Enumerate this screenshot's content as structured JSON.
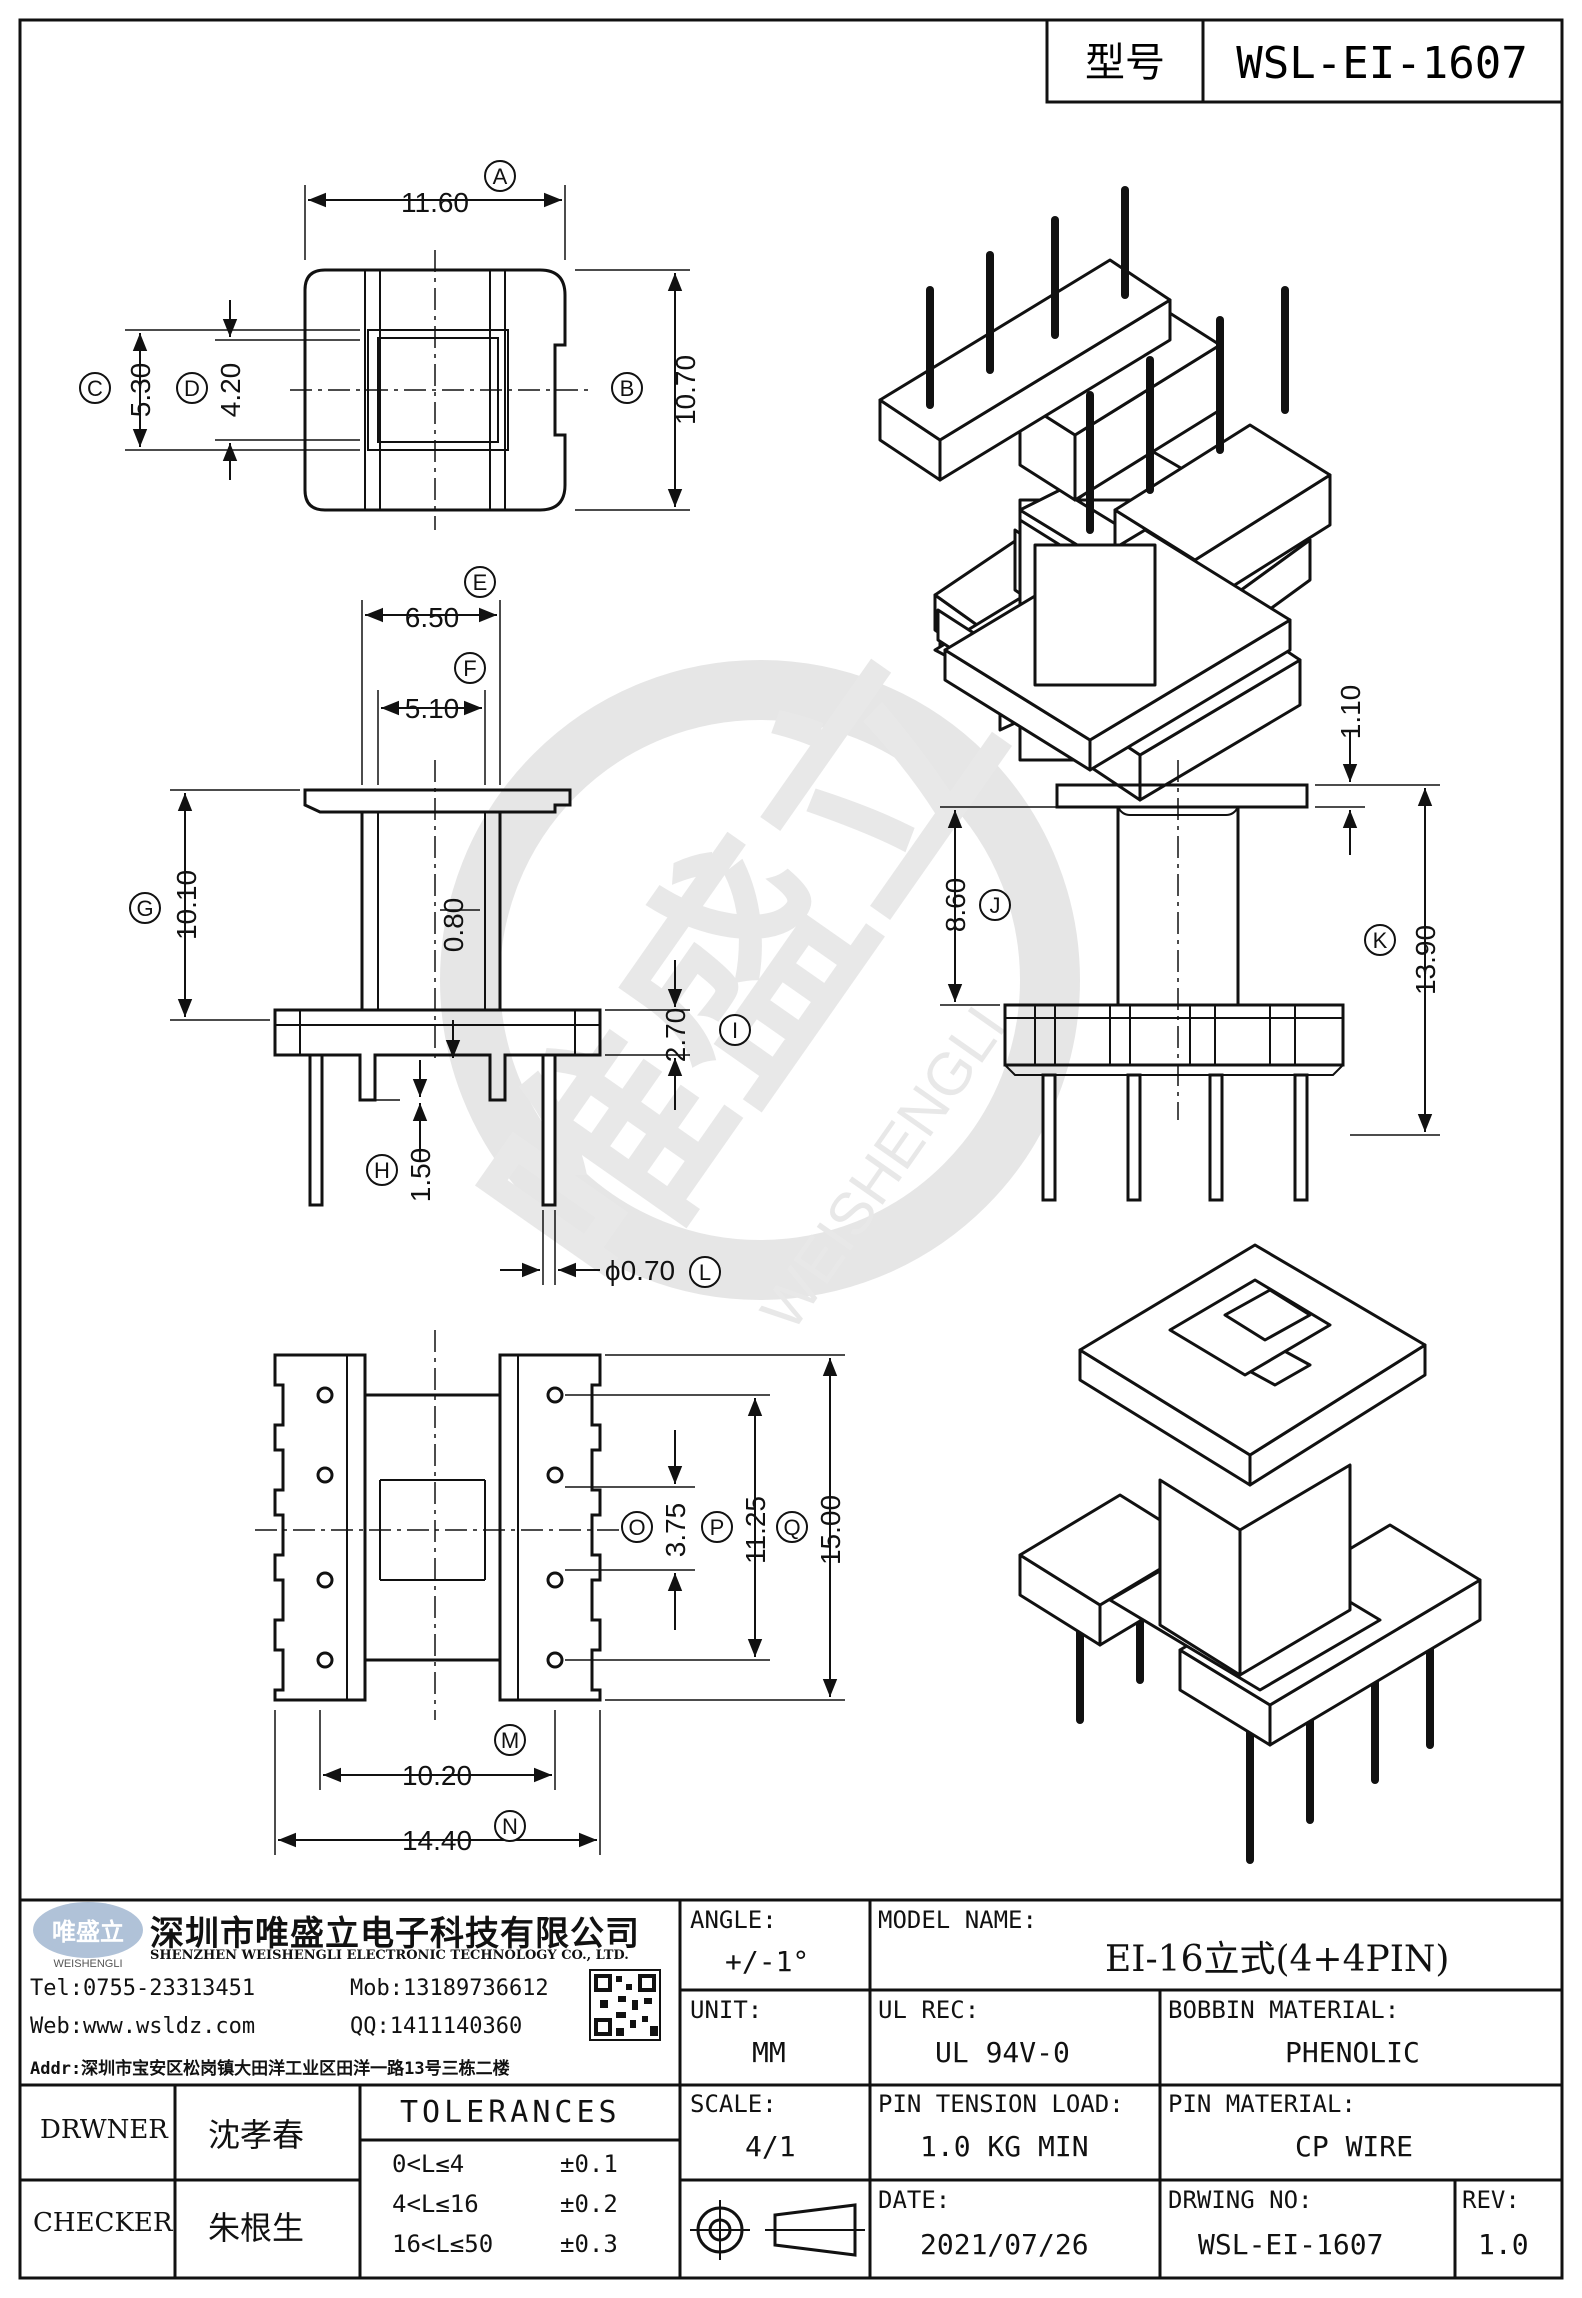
{
  "header": {
    "model_label": "型号",
    "model_value": "WSL-EI-1607"
  },
  "watermark": {
    "brand_cn": "唯盛立",
    "brand_en": "WEISHENGLI"
  },
  "top_view": {
    "A": {
      "id": "A",
      "value": "11.60"
    },
    "B": {
      "id": "B",
      "value": "10.70"
    },
    "C": {
      "id": "C",
      "value": "5.30"
    },
    "D": {
      "id": "D",
      "value": "4.20"
    }
  },
  "front_view": {
    "E": {
      "id": "E",
      "value": "6.50"
    },
    "F": {
      "id": "F",
      "value": "5.10"
    },
    "G": {
      "id": "G",
      "value": "10.10"
    },
    "H": {
      "id": "H",
      "value": "1.50"
    },
    "I": {
      "id": "I",
      "value": "2.70"
    },
    "L": {
      "id": "L",
      "value": "ϕ0.70"
    },
    "wall": "0.80"
  },
  "side_view": {
    "J": {
      "id": "J",
      "value": "8.60"
    },
    "K": {
      "id": "K",
      "value": "13.90"
    },
    "flange": "1.10"
  },
  "bottom_view": {
    "M": {
      "id": "M",
      "value": "10.20"
    },
    "N": {
      "id": "N",
      "value": "14.40"
    },
    "O": {
      "id": "O",
      "value": "3.75"
    },
    "P": {
      "id": "P",
      "value": "11.25"
    },
    "Q": {
      "id": "Q",
      "value": "15.00"
    }
  },
  "title_block": {
    "company_cn": "深圳市唯盛立电子科技有限公司",
    "company_en": "SHENZHEN WEISHENGLI ELECTRONIC TECHNOLOGY CO., LTD.",
    "logo_cn": "唯盛立",
    "logo_en": "WEISHENGLI",
    "tel": "Tel:0755-23313451",
    "mob": "Mob:13189736612",
    "web": "Web:www.wsldz.com",
    "qq": "QQ:1411140360",
    "addr": "Addr:深圳市宝安区松岗镇大田洋工业区田洋一路13号三栋二楼",
    "angle_label": "ANGLE:",
    "angle_value": "+/-1°",
    "model_name_label": "MODEL NAME:",
    "model_name_value": "EI-16立式(4+4PIN)",
    "unit_label": "UNIT:",
    "unit_value": "MM",
    "ul_label": "UL REC:",
    "ul_value": "UL 94V-0",
    "bobbin_label": "BOBBIN MATERIAL:",
    "bobbin_value": "PHENOLIC",
    "drawner_label": "DRWNER",
    "drawner_value": "沈孝春",
    "checker_label": "CHECKER",
    "checker_value": "朱根生",
    "tolerances_label": "TOLERANCES",
    "tolerances": [
      {
        "range": "0<L≤4",
        "tol": "±0.1"
      },
      {
        "range": "4<L≤16",
        "tol": "±0.2"
      },
      {
        "range": "16<L≤50",
        "tol": "±0.3"
      }
    ],
    "scale_label": "SCALE:",
    "scale_value": "4/1",
    "pin_tension_label": "PIN TENSION LOAD:",
    "pin_tension_value": "1.0 KG MIN",
    "pin_material_label": "PIN MATERIAL:",
    "pin_material_value": "CP WIRE",
    "date_label": "DATE:",
    "date_value": "2021/07/26",
    "drawing_no_label": "DRWING NO:",
    "drawing_no_value": "WSL-EI-1607",
    "rev_label": "REV:",
    "rev_value": "1.0"
  }
}
